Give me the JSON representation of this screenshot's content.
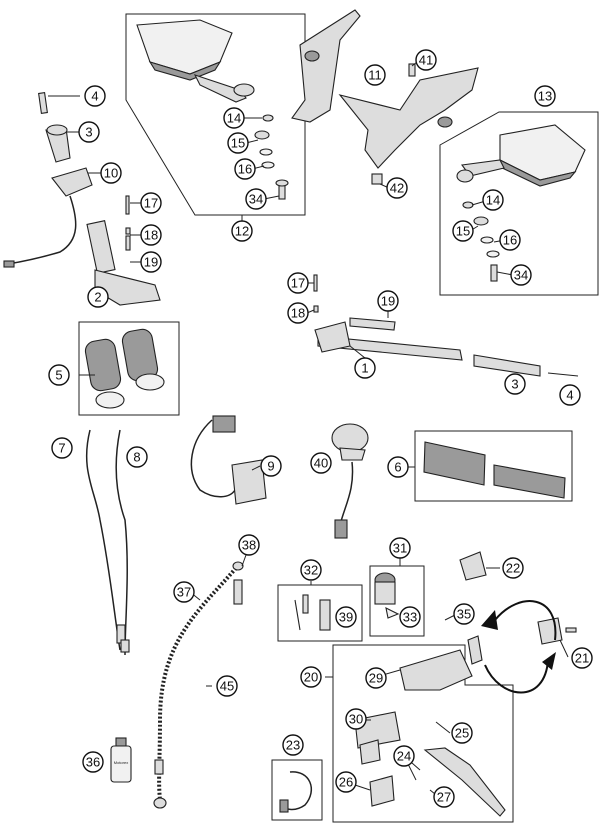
{
  "callouts": {
    "c1": "1",
    "c2": "2",
    "c3a": "3",
    "c3b": "3",
    "c4a": "4",
    "c4b": "4",
    "c5": "5",
    "c6": "6",
    "c7": "7",
    "c8": "8",
    "c9": "9",
    "c10": "10",
    "c11": "11",
    "c12": "12",
    "c13": "13",
    "c14a": "14",
    "c14b": "14",
    "c15a": "15",
    "c15b": "15",
    "c16a": "16",
    "c16b": "16",
    "c17a": "17",
    "c17b": "17",
    "c18a": "18",
    "c18b": "18",
    "c19a": "19",
    "c19b": "19",
    "c20": "20",
    "c21": "21",
    "c22": "22",
    "c23": "23",
    "c24": "24",
    "c25": "25",
    "c26": "26",
    "c27": "27",
    "c29": "29",
    "c30": "30",
    "c31": "31",
    "c32": "32",
    "c33": "33",
    "c34a": "34",
    "c34b": "34",
    "c35": "35",
    "c36": "36",
    "c37": "37",
    "c38": "38",
    "c39": "39",
    "c40": "40",
    "c41": "41",
    "c42": "42",
    "c45": "45"
  },
  "bottle_label": "Motorex"
}
